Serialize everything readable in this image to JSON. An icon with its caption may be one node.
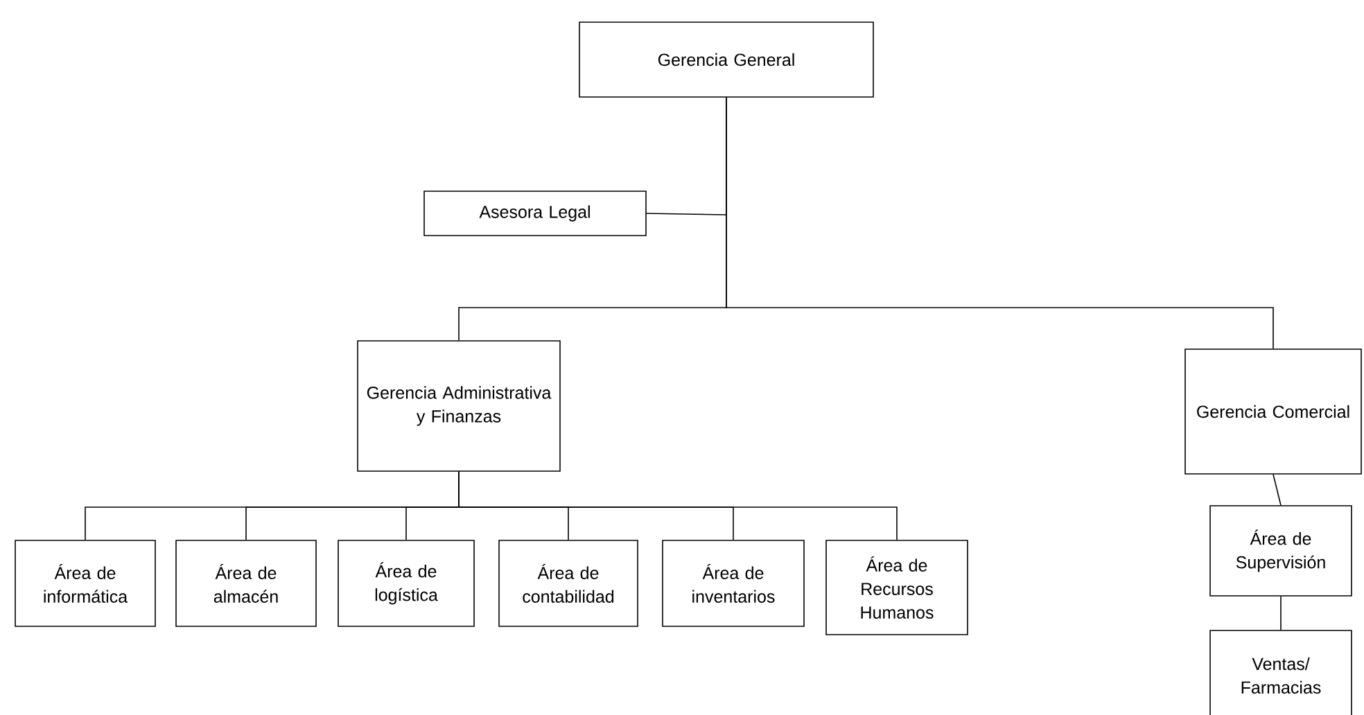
{
  "diagram": {
    "nodes": [
      {
        "text": [
          "Gerencia General"
        ]
      },
      {
        "text": [
          "Asesora Legal"
        ]
      },
      {
        "text": [
          "Gerencia Administrativa y Finanzas"
        ]
      },
      {
        "text": [
          "Gerencia Comercial"
        ]
      },
      {
        "text": [
          "Área de informática"
        ]
      },
      {
        "text": [
          "Área de almacén"
        ]
      },
      {
        "text": [
          "Área de logística"
        ]
      },
      {
        "text": [
          "Área de contabilidad"
        ]
      },
      {
        "text": [
          "Área de inventarios"
        ]
      },
      {
        "text": [
          "Área de Recursos Humanos"
        ]
      },
      {
        "text": [
          "Área de Supervisión"
        ]
      },
      {
        "text": [
          "Ventas/ Farmacias"
        ]
      }
    ],
    "edges": [
      {
        "from": 0,
        "to": 1,
        "arrow": "none"
      },
      {
        "from": 0,
        "to": 2,
        "arrow": "none"
      },
      {
        "from": 0,
        "to": 3,
        "arrow": "none"
      },
      {
        "from": 2,
        "to": 4,
        "arrow": "none"
      },
      {
        "from": 2,
        "to": 5,
        "arrow": "none"
      },
      {
        "from": 2,
        "to": 6,
        "arrow": "none"
      },
      {
        "from": 2,
        "to": 7,
        "arrow": "none"
      },
      {
        "from": 2,
        "to": 8,
        "arrow": "none"
      },
      {
        "from": 2,
        "to": 9,
        "arrow": "none"
      },
      {
        "from": 3,
        "to": 10,
        "arrow": "none"
      },
      {
        "from": 10,
        "to": 11,
        "arrow": "none"
      }
    ]
  }
}
